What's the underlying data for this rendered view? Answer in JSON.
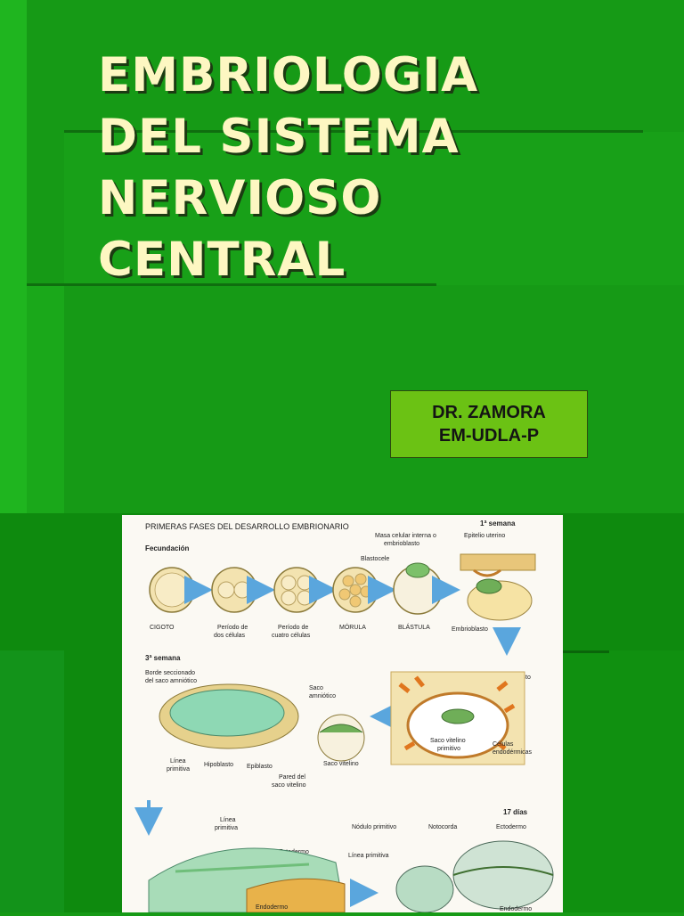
{
  "slide": {
    "title_lines": [
      "EMBRIOLOGIA",
      "DEL SISTEMA",
      "NERVIOSO",
      "CENTRAL"
    ],
    "author_lines": [
      "DR. ZAMORA",
      "EM-UDLA-P"
    ]
  },
  "figure": {
    "heading": "PRIMERAS FASES DEL DESARROLLO EMBRIONARIO",
    "week1": "1ª semana",
    "fecundacion": "Fecundación",
    "masa_celular_1": "Masa celular interna o",
    "masa_celular_2": "embrioblasto",
    "epitelio": "Epitelio uterino",
    "blastocele": "Blastocele",
    "cigoto": "CIGOTO",
    "periodo_dos_1": "Período de",
    "periodo_dos_2": "dos células",
    "periodo_cuatro_1": "Período de",
    "periodo_cuatro_2": "cuatro células",
    "morula": "MÓRULA",
    "blastula": "BLÁSTULA",
    "embrioblasto": "Embrioblasto",
    "week3": "3ª semana",
    "borde_1": "Borde seccionado",
    "borde_2": "del saco amniótico",
    "saco_amn_1": "Saco",
    "saco_amn_2": "amniótico",
    "embrioblasto2": "Embrioblasto",
    "linea_1": "Línea",
    "linea_2": "primitiva",
    "hipoblasto": "Hipoblasto",
    "epiblasto": "Epiblasto",
    "saco_vitelino": "Saco vitelino",
    "pared_1": "Pared del",
    "pared_2": "saco vitelino",
    "saco_vit_prim_1": "Saco vitelino",
    "saco_vit_prim_2": "primitivo",
    "celulas_1": "Células",
    "celulas_2": "endodérmicas",
    "dias17": "17 días",
    "linea_prim_1": "Línea",
    "linea_prim_2": "primitiva",
    "nodulo": "Nódulo primitivo",
    "notocorda": "Notocorda",
    "ectodermo_r": "Ectodermo",
    "linea_primitiva": "Línea primitiva",
    "ectodermo_l": "Ectodermo",
    "endodermo_l": "Endodermo",
    "endodermo_r": "Endodermo"
  },
  "colors": {
    "background": "#169a16",
    "title_text": "#fdf7c2",
    "author_box": "#6bc214",
    "figure_bg": "#fbf9f3"
  }
}
